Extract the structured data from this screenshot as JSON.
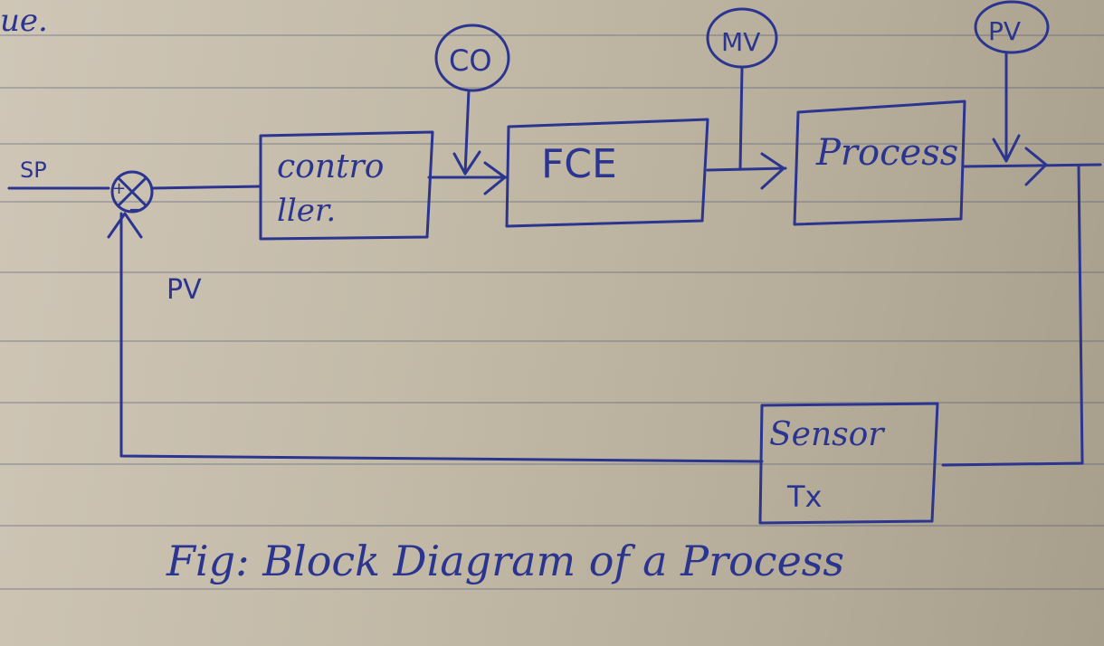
{
  "header_fragment": "ue.",
  "inputs": {
    "sp": "SP",
    "feedback_pv": "PV"
  },
  "summing_junction": {
    "plus": "+",
    "minus": "−"
  },
  "blocks": {
    "controller": {
      "line1": "contro",
      "line2": "ller."
    },
    "fce": "FCE",
    "process": "Process",
    "sensor": {
      "line1": "Sensor",
      "line2": "Tx"
    }
  },
  "signals": {
    "co": "CO",
    "mv": "MV",
    "pv": "PV"
  },
  "caption": "Fig: Block Diagram of a Process",
  "ink_color": "#2b3590"
}
